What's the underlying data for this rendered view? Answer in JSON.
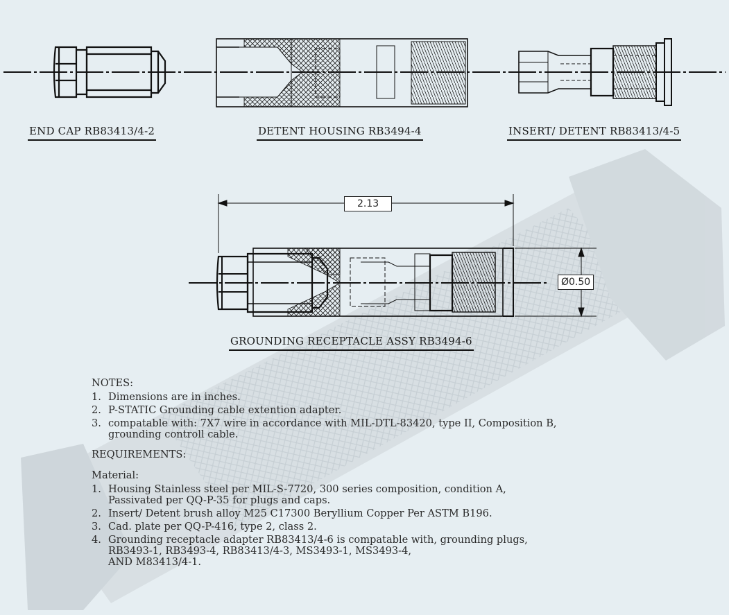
{
  "parts": {
    "end_cap": "END CAP RB83413/4-2",
    "detent_housing": "DETENT HOUSING RB3494-4",
    "insert_detent": "INSERT/ DETENT RB83413/4-5"
  },
  "assembly": {
    "caption": "GROUNDING RECEPTACLE ASSY RB3494-6",
    "length_dim": "2.13",
    "diameter_dim": "Ø0.50"
  },
  "notes": {
    "heading": "NOTES:",
    "items": [
      {
        "num": "1.",
        "lines": [
          "Dimensions are in inches."
        ]
      },
      {
        "num": "2.",
        "lines": [
          "P-STATIC  Grounding cable extention adapter."
        ]
      },
      {
        "num": "3.",
        "lines": [
          "compatable with: 7X7 wire in accordance with MIL-DTL-83420, type II, Composition B,",
          "grounding controll cable."
        ]
      }
    ]
  },
  "requirements": {
    "heading": "REQUIREMENTS:",
    "material_heading": "Material:",
    "items": [
      {
        "num": "1.",
        "lines": [
          "Housing Stainless steel per MIL-S-7720, 300 series composition, condition A,",
          "Passivated per QQ-P-35 for plugs and caps."
        ]
      },
      {
        "num": "2.",
        "lines": [
          "Insert/ Detent brush alloy M25 C17300 Beryllium Copper Per ASTM B196."
        ]
      },
      {
        "num": "3.",
        "lines": [
          "Cad. plate per QQ-P-416, type 2, class 2."
        ]
      },
      {
        "num": "4.",
        "lines": [
          "Grounding receptacle adapter RB83413/4-6 is compatable with, grounding plugs,",
          "RB3493-1, RB3493-4, RB83413/4-3, MS3493-1, MS3493-4,",
          "AND M83413/4-1."
        ]
      }
    ]
  },
  "colors": {
    "background": "#e6eef2",
    "line": "#111111",
    "watermark": "#bfc7cc"
  }
}
